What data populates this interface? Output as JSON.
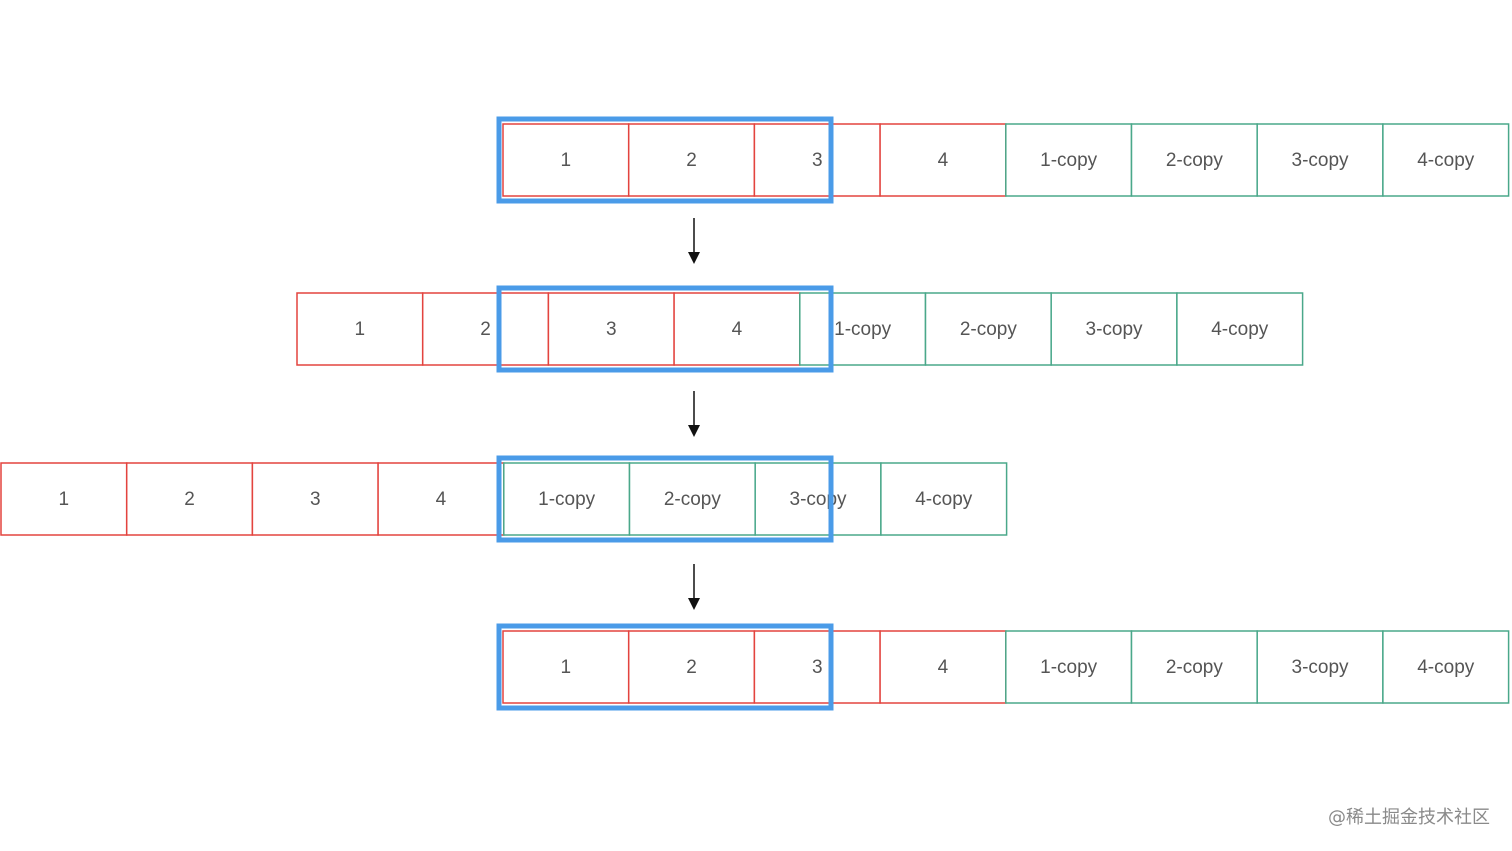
{
  "colors": {
    "original": "#e3443f",
    "copy": "#4aa88a",
    "viewport": "#4a9be8",
    "arrow": "#111111",
    "label": "#555555"
  },
  "rows": [
    {
      "name": "step-1",
      "cells": [
        {
          "label": "1",
          "kind": "original"
        },
        {
          "label": "2",
          "kind": "original"
        },
        {
          "label": "3",
          "kind": "original"
        },
        {
          "label": "4",
          "kind": "original"
        },
        {
          "label": "1-copy",
          "kind": "copy"
        },
        {
          "label": "2-copy",
          "kind": "copy"
        },
        {
          "label": "3-copy",
          "kind": "copy"
        },
        {
          "label": "4-copy",
          "kind": "copy"
        }
      ]
    },
    {
      "name": "step-2",
      "cells": [
        {
          "label": "1",
          "kind": "original"
        },
        {
          "label": "2",
          "kind": "original"
        },
        {
          "label": "3",
          "kind": "original"
        },
        {
          "label": "4",
          "kind": "original"
        },
        {
          "label": "1-copy",
          "kind": "copy"
        },
        {
          "label": "2-copy",
          "kind": "copy"
        },
        {
          "label": "3-copy",
          "kind": "copy"
        },
        {
          "label": "4-copy",
          "kind": "copy"
        }
      ]
    },
    {
      "name": "step-3",
      "cells": [
        {
          "label": "1",
          "kind": "original"
        },
        {
          "label": "2",
          "kind": "original"
        },
        {
          "label": "3",
          "kind": "original"
        },
        {
          "label": "4",
          "kind": "original"
        },
        {
          "label": "1-copy",
          "kind": "copy"
        },
        {
          "label": "2-copy",
          "kind": "copy"
        },
        {
          "label": "3-copy",
          "kind": "copy"
        },
        {
          "label": "4-copy",
          "kind": "copy"
        }
      ]
    },
    {
      "name": "step-4",
      "cells": [
        {
          "label": "1",
          "kind": "original"
        },
        {
          "label": "2",
          "kind": "original"
        },
        {
          "label": "3",
          "kind": "original"
        },
        {
          "label": "4",
          "kind": "original"
        },
        {
          "label": "1-copy",
          "kind": "copy"
        },
        {
          "label": "2-copy",
          "kind": "copy"
        },
        {
          "label": "3-copy",
          "kind": "copy"
        },
        {
          "label": "4-copy",
          "kind": "copy"
        }
      ]
    }
  ],
  "watermark": "@稀土掘金技术社区"
}
